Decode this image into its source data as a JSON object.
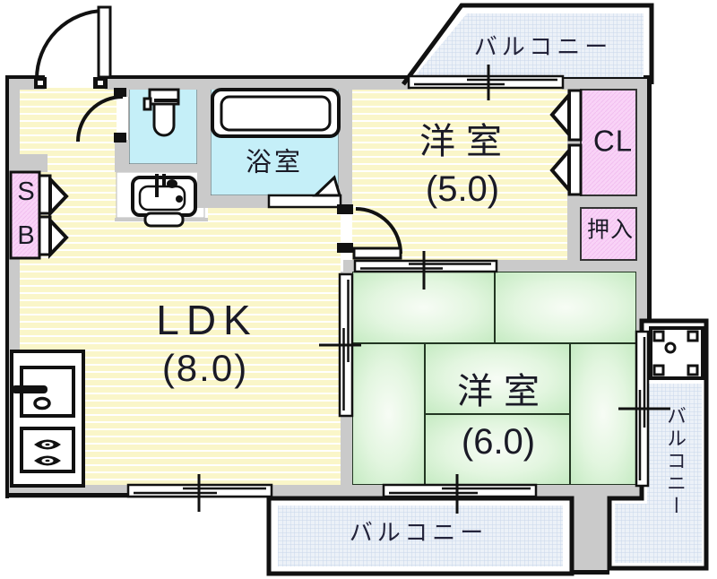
{
  "plan": {
    "type": "apartment-floor-plan",
    "rooms": {
      "ldk": {
        "label": "LDK",
        "size": "(8.0)"
      },
      "western5": {
        "label": "洋室",
        "size": "(5.0)"
      },
      "western6": {
        "label": "洋室",
        "size": "(6.0)"
      },
      "bathroom": {
        "label": "浴室"
      },
      "closet": {
        "label": "CL"
      },
      "oshiire": {
        "label": "押入"
      },
      "shoebox": {
        "line1": "S",
        "line2": "B"
      }
    },
    "balconies": {
      "top": {
        "label": "バルコニー"
      },
      "bottom": {
        "label": "バルコニー"
      },
      "right": {
        "label": "バルコニー"
      }
    },
    "fixtures": [
      "toilet",
      "bathtub",
      "washbasin",
      "kitchen-sink",
      "stove-2-burner",
      "washing-machine-pan"
    ],
    "colors": {
      "room_yellow": "#FAF6C9",
      "tatami_green": "#C9ECC6",
      "balcony_blue": "#ECF1F8",
      "closet_pink": "#F9D3F7",
      "wet_area_cyan": "#C5EFF8",
      "wall_gray": "#CACACA",
      "line_black": "#111111"
    }
  }
}
